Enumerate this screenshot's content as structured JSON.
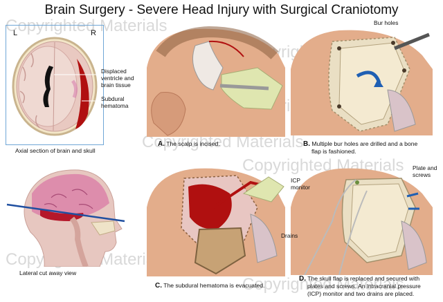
{
  "title": "Brain Surgery - Severe Head Injury with Surgical Craniotomy",
  "watermark": "Copyrighted Materials",
  "axial": {
    "left_label": "L",
    "right_label": "R",
    "label_displaced_1": "Displaced",
    "label_displaced_2": "ventricle and",
    "label_displaced_3": "brain tissue",
    "label_hematoma_1": "Subdural",
    "label_hematoma_2": "hematoma",
    "caption": "Axial section of brain and skull"
  },
  "lateral": {
    "caption": "Lateral cut away view"
  },
  "panel_a": {
    "letter": "A.",
    "caption": "The scalp is incised."
  },
  "panel_b": {
    "letter": "B.",
    "label_bur": "Bur holes",
    "caption_1": "Multiple bur holes are drilled and a bone",
    "caption_2": "flap is fashioned."
  },
  "panel_c": {
    "letter": "C.",
    "caption": "The subdural hematoma is evacuated."
  },
  "panel_d": {
    "letter": "D.",
    "label_icp_1": "ICP",
    "label_icp_2": "monitor",
    "label_plate_1": "Plate and",
    "label_plate_2": "screws",
    "label_drains": "Drains",
    "caption_1": "The skull flap is replaced and secured with",
    "caption_2": "plates and screws. An intracranial pressure",
    "caption_3": "(ICP) monitor and two drains are placed."
  },
  "colors": {
    "skin": "#e6b08e",
    "skin_dark": "#c98a66",
    "hair": "#8a5f3f",
    "brain": "#e8c6c2",
    "blood": "#b01010",
    "bone": "#eadfc4",
    "glove": "#dfe6b0",
    "blue": "#1f5fb3"
  }
}
